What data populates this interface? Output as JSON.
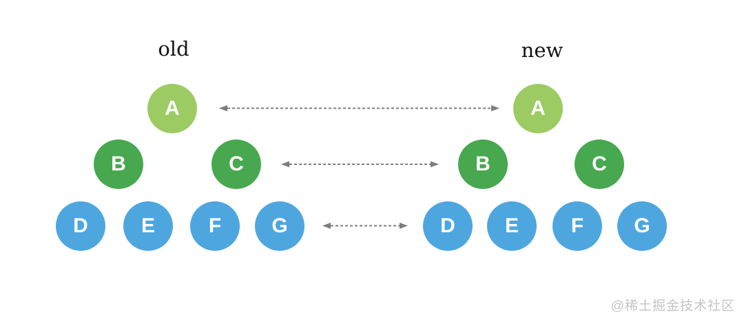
{
  "diagram": {
    "trees": [
      {
        "label": "old",
        "nodes": [
          "A",
          "B",
          "C",
          "D",
          "E",
          "F",
          "G"
        ]
      },
      {
        "label": "new",
        "nodes": [
          "A",
          "B",
          "C",
          "D",
          "E",
          "F",
          "G"
        ]
      }
    ],
    "levels": {
      "root_nodes": [
        "A"
      ],
      "branch_nodes": [
        "B",
        "C"
      ],
      "leaf_nodes": [
        "D",
        "E",
        "F",
        "G"
      ]
    },
    "arrows": [
      {
        "row": "root",
        "between": "old-A and new-A",
        "style": "dashed-double-headed"
      },
      {
        "row": "branch",
        "between": "old-C and new-B",
        "style": "dashed-double-headed"
      },
      {
        "row": "leaf",
        "between": "old-G and new-D",
        "style": "dashed-double-headed"
      }
    ],
    "colors": {
      "root_fill": "#9CCB63",
      "branch_fill": "#47A84F",
      "leaf_fill": "#4EA6DF",
      "node_text": "#ffffff",
      "arrow": "#7d7d7d",
      "label_text": "#151515",
      "watermark_text": "#c5c5c5"
    }
  },
  "watermark": {
    "text": "@稀土掘金技术社区"
  }
}
